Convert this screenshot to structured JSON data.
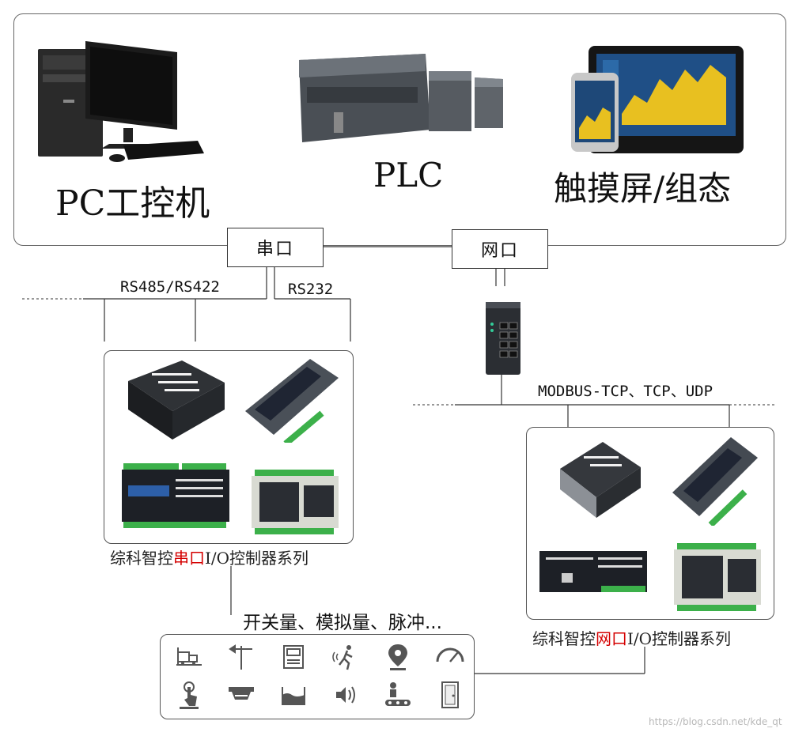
{
  "devices": {
    "pc_label": "PC工控机",
    "plc_label": "PLC",
    "touch_label": "触摸屏/组态"
  },
  "interfaces": {
    "serial": "串口",
    "network": "网口"
  },
  "links": {
    "rs485": "RS485/RS422",
    "rs232": "RS232",
    "modbus": "MODBUS-TCP、TCP、UDP"
  },
  "serial_group": {
    "caption_prefix": "综科智控",
    "caption_highlight": "串口",
    "caption_suffix": "I/O控制器系列"
  },
  "network_group": {
    "caption_prefix": "综科智控",
    "caption_highlight": "网口",
    "caption_suffix": "I/O控制器系列"
  },
  "signals_label": "开关量、模拟量、脉冲...",
  "sensor_icons": [
    "truck-scale-icon",
    "weather-vane-icon",
    "panel-meter-icon",
    "intruder-motion-icon",
    "location-pin-icon",
    "gauge-icon",
    "touch-switch-icon",
    "smoke-detector-icon",
    "liquid-level-icon",
    "speaker-icon",
    "conveyor-icon",
    "door-sensor-icon"
  ],
  "watermark": "https://blog.csdn.net/kde_qt",
  "colors": {
    "highlight": "#d40000",
    "line": "#333333"
  }
}
